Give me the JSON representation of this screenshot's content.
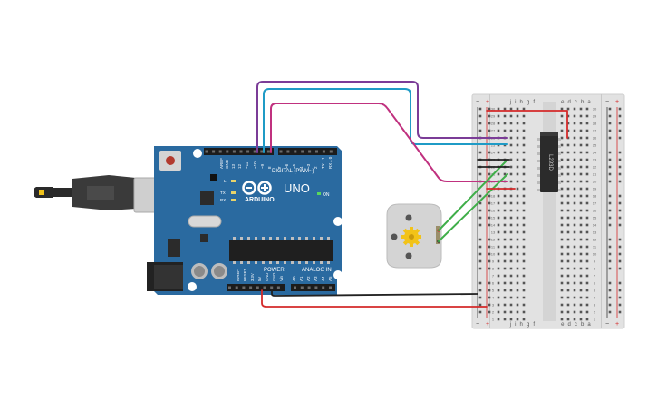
{
  "arduino": {
    "brand": "ARDUINO",
    "model": "UNO",
    "on_label": "ON",
    "tx_label": "TX",
    "rx_label": "RX",
    "l_label": "L",
    "digital_header": "DIGITAL (PWM~)",
    "power_header": "POWER",
    "analog_header": "ANALOG IN",
    "aref_label": "AREF",
    "gnd_label": "GND",
    "digital_pins": [
      "13",
      "12",
      "~11",
      "~10",
      "~9",
      "8",
      "7",
      "~6",
      "~5",
      "4",
      "~3",
      "2",
      "TX→1",
      "RX←0"
    ],
    "power_pins": [
      "IOREF",
      "RESET",
      "3.3V",
      "5V",
      "GND",
      "GND",
      "Vin"
    ],
    "analog_pins": [
      "A0",
      "A1",
      "A2",
      "A3",
      "A4",
      "A5"
    ]
  },
  "ic": {
    "label": "L293D"
  },
  "breadboard": {
    "top_letters": "j i h g f",
    "top_letters_right": "e d c b a",
    "bottom_letters": "j i h g f",
    "bottom_letters_right": "e d c b a",
    "rows": [
      "30",
      "29",
      "28",
      "27",
      "26",
      "25",
      "24",
      "23",
      "22",
      "21",
      "20",
      "19",
      "18",
      "17",
      "16",
      "15",
      "14",
      "13",
      "12",
      "11",
      "10",
      "9",
      "8",
      "7",
      "6",
      "5",
      "4",
      "3",
      "2",
      "1"
    ],
    "plus": "+",
    "minus": "−"
  },
  "colors": {
    "board": "#2a6aa0",
    "purple_wire": "#7b3c97",
    "cyan_wire": "#1f9bc6",
    "magenta_wire": "#c0317f",
    "green_wire": "#3fae49",
    "red_wire": "#d42a2a",
    "black_wire": "#222222"
  }
}
